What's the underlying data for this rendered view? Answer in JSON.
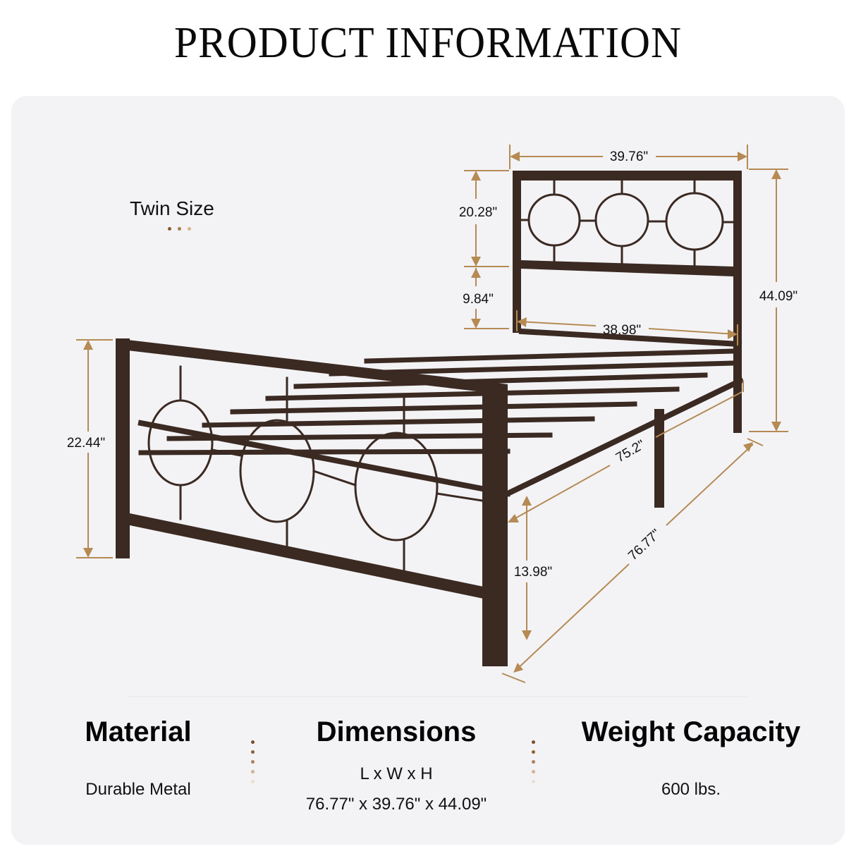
{
  "title": "PRODUCT INFORMATION",
  "size_label": "Twin Size",
  "colors": {
    "accent": "#b58a53",
    "frame": "#3b2a22",
    "panel_bg": "#f3f3f6",
    "dots": [
      "#8a5a2e",
      "#a97b4c",
      "#c9a47c",
      "#dcc0a0",
      "#ece1d3"
    ]
  },
  "dimensions": {
    "headboard_width": "39.76\"",
    "headboard_panel_height": "20.28\"",
    "headboard_gap": "9.84\"",
    "inner_width": "38.98\"",
    "total_height": "44.09\"",
    "footboard_height": "22.44\"",
    "inner_length": "75.2\"",
    "under_bed_clearance": "13.98\"",
    "total_length": "76.77\""
  },
  "specs": [
    {
      "heading": "Material",
      "lines": [
        "Durable Metal"
      ]
    },
    {
      "heading": "Dimensions",
      "lines": [
        "L x W x H",
        "76.77\" x 39.76\" x 44.09\""
      ]
    },
    {
      "heading": "Weight Capacity",
      "lines": [
        "600 lbs."
      ]
    }
  ]
}
